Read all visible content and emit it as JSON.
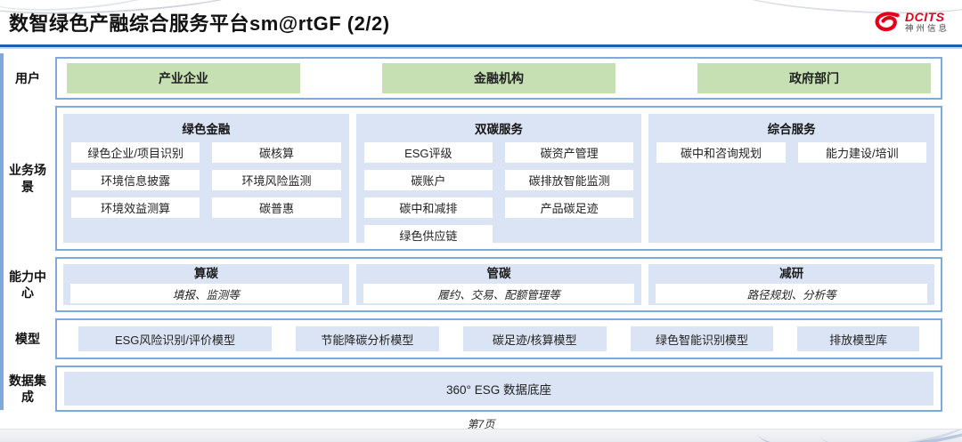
{
  "header": {
    "title": "数智绿色产融综合服务平台sm@rtGF (2/2)",
    "logo": {
      "brand": "DCITS",
      "subbrand": "神州信息"
    }
  },
  "rows": {
    "users": {
      "label": "用户",
      "items": [
        "产业企业",
        "金融机构",
        "政府部门"
      ]
    },
    "scenarios": {
      "label": "业务场景",
      "panels": [
        {
          "title": "绿色金融",
          "items": [
            "绿色企业/项目识别",
            "碳核算",
            "环境信息披露",
            "环境风险监测",
            "环境效益测算",
            "碳普惠"
          ]
        },
        {
          "title": "双碳服务",
          "items": [
            "ESG评级",
            "碳资产管理",
            "碳账户",
            "碳排放智能监测",
            "碳中和减排",
            "产品碳足迹",
            "绿色供应链"
          ]
        },
        {
          "title": "综合服务",
          "items": [
            "碳中和咨询规划",
            "能力建设/培训"
          ]
        }
      ]
    },
    "capabilities": {
      "label": "能力中心",
      "panels": [
        {
          "title": "算碳",
          "detail": "填报、监测等"
        },
        {
          "title": "管碳",
          "detail": "履约、交易、配额管理等"
        },
        {
          "title": "减研",
          "detail": "路径规划、分析等"
        }
      ]
    },
    "models": {
      "label": "模型",
      "items": [
        "ESG风险识别/评价模型",
        "节能降碳分析模型",
        "碳足迹/核算模型",
        "绿色智能识别模型",
        "排放模型库"
      ]
    },
    "data_integration": {
      "label": "数据集成",
      "item": "360° ESG 数据底座"
    }
  },
  "footer": {
    "page": "第7页"
  },
  "colors": {
    "underline_blue": "#1b5fae",
    "border_blue": "#7fa9da",
    "panel_blue": "#dbe4f4",
    "green": "#c6e0b4",
    "logo_red": "#e2001a"
  }
}
